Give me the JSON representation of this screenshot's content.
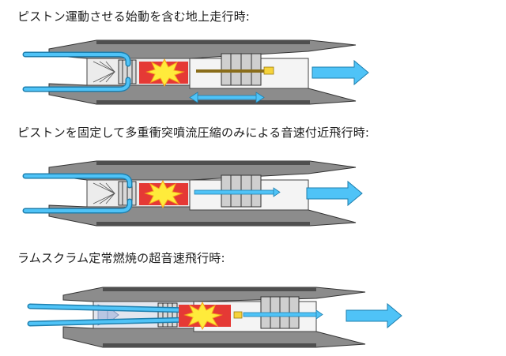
{
  "captions": {
    "ground": "ピストン運動させる始動を含む地上走行時:",
    "transonic": "ピストンを固定して多重衝突噴流圧縮のみによる音速付近飛行時:",
    "hypersonic": "ラムスクラム定常燃焼の超音速飛行時:"
  },
  "colors": {
    "casing_light": "#8c8c8c",
    "casing_dark": "#4f4f4f",
    "interior": "#ececec",
    "air_flow": "#4fc3f7",
    "air_flow_edge": "#1e7fae",
    "combustion_red": "#e53935",
    "combustion_yellow": "#ffeb3b",
    "fuel_yellow": "#f6d33a"
  },
  "icons": {
    "combustion": "explosion-icon",
    "exhaust": "arrow-right-icon",
    "piston_motion": "double-arrow-icon"
  }
}
